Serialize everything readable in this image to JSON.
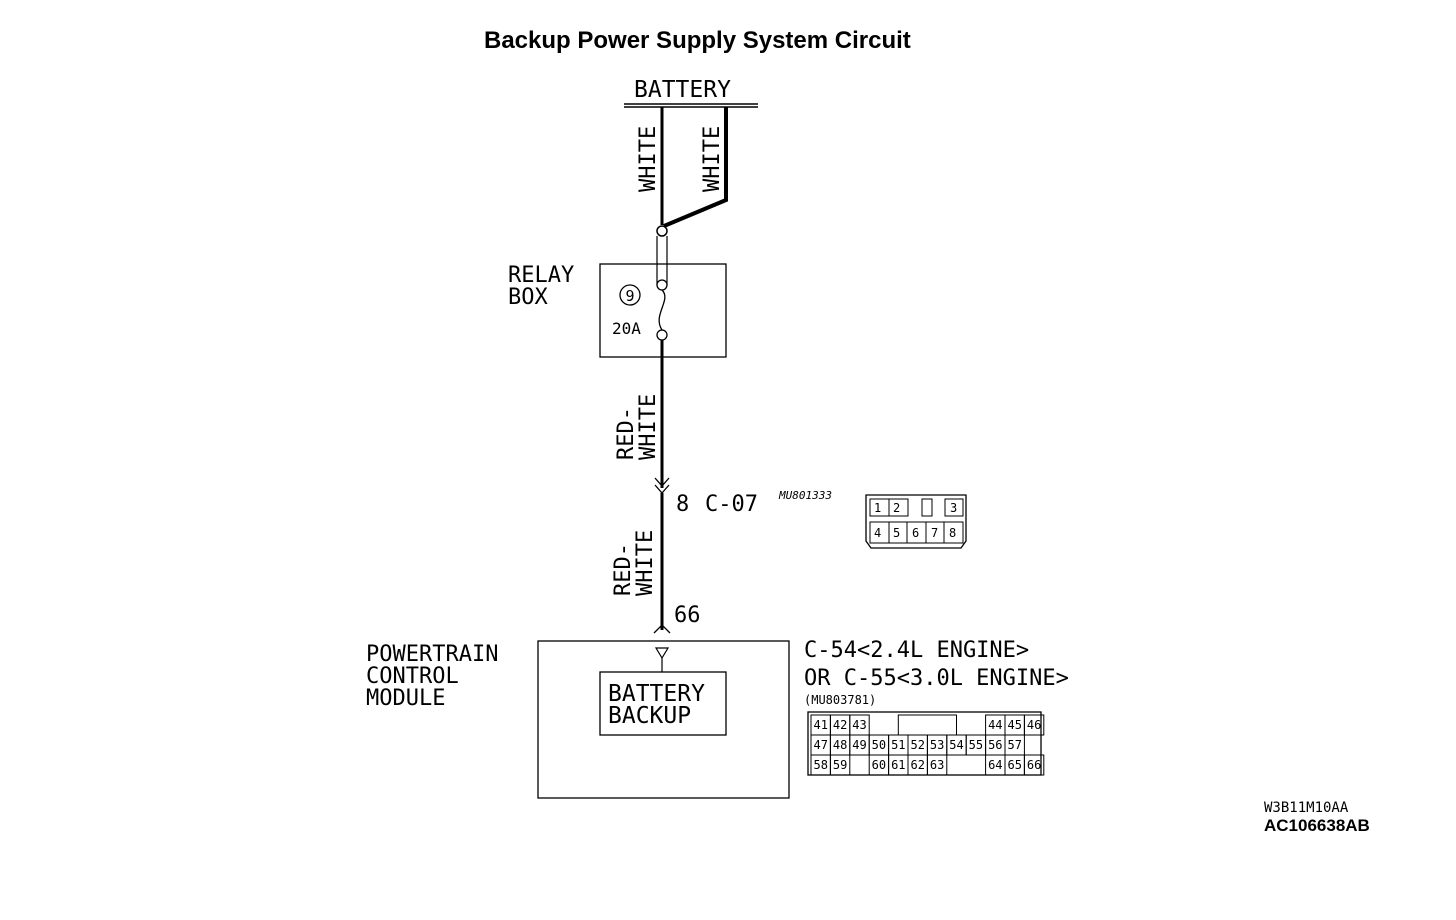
{
  "title": "Backup Power Supply System Circuit",
  "battery_label": "BATTERY",
  "wire_left_label": "WHITE",
  "wire_right_label": "WHITE",
  "relay_box_line1": "RELAY",
  "relay_box_line2": "BOX",
  "fuse_number": "9",
  "fuse_rating": "20A",
  "wire_upper_line1": "RED-",
  "wire_upper_line2": "WHITE",
  "connector_pin": "8",
  "connector_id": "C-07",
  "connector_part": "MU801333",
  "connector_c07_pins": [
    "1",
    "2",
    "3",
    "4",
    "5",
    "6",
    "7",
    "8"
  ],
  "wire_lower_line1": "RED-",
  "wire_lower_line2": "WHITE",
  "pcm_pin": "66",
  "pcm_line1": "POWERTRAIN",
  "pcm_line2": "CONTROL",
  "pcm_line3": "MODULE",
  "backup_line1": "BATTERY",
  "backup_line2": "BACKUP",
  "pcm_conn_line1": "C-54<2.4L ENGINE>",
  "pcm_conn_line2": "OR C-55<3.0L ENGINE>",
  "pcm_conn_part": "(MU803781)",
  "pcm_conn_pins": {
    "row1": [
      "41",
      "42",
      "43",
      "44",
      "45",
      "46"
    ],
    "row2": [
      "47",
      "48",
      "49",
      "50",
      "51",
      "52",
      "53",
      "54",
      "55",
      "56",
      "57"
    ],
    "row3": [
      "58",
      "59",
      "60",
      "61",
      "62",
      "63",
      "64",
      "65",
      "66"
    ]
  },
  "code1": "W3B11M10AA",
  "code2": "AC106638AB"
}
